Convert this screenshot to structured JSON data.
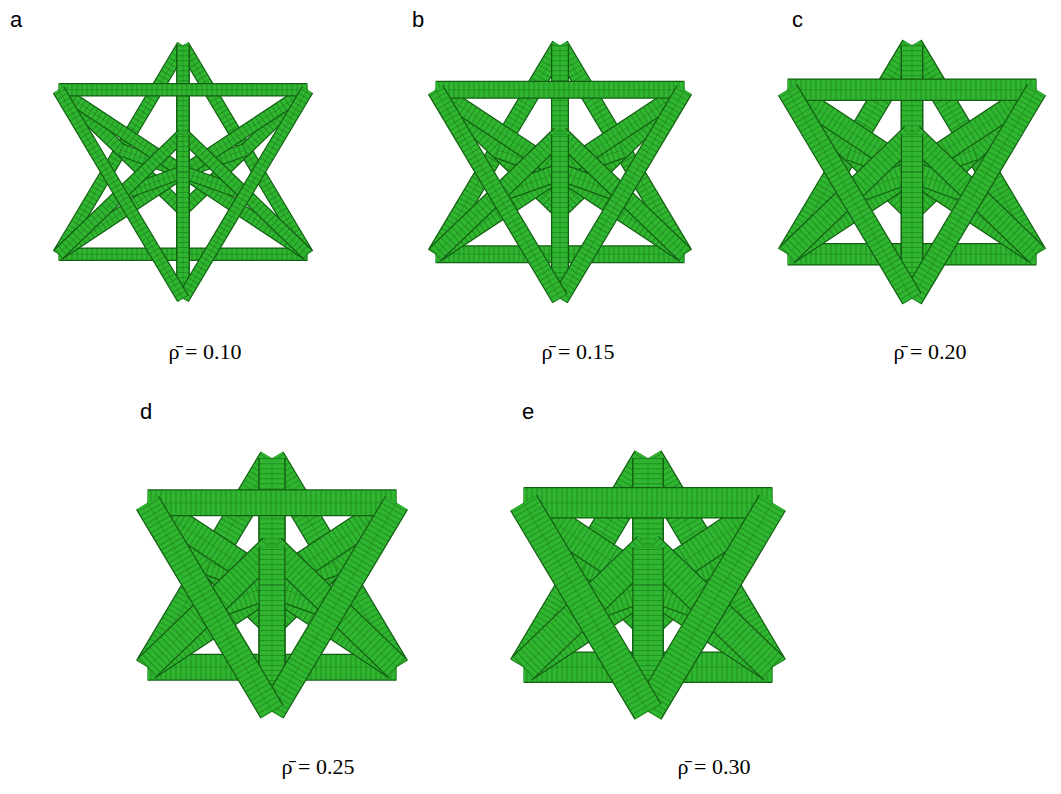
{
  "diagram": {
    "labels": [
      "a",
      "b",
      "c",
      "ρ̄ = 0.10",
      "ρ̄ = 0.15",
      "ρ̄ = 0.20",
      "d",
      "e",
      "ρ̄ = 0.25",
      "ρ̄ = 0.30"
    ]
  }
}
